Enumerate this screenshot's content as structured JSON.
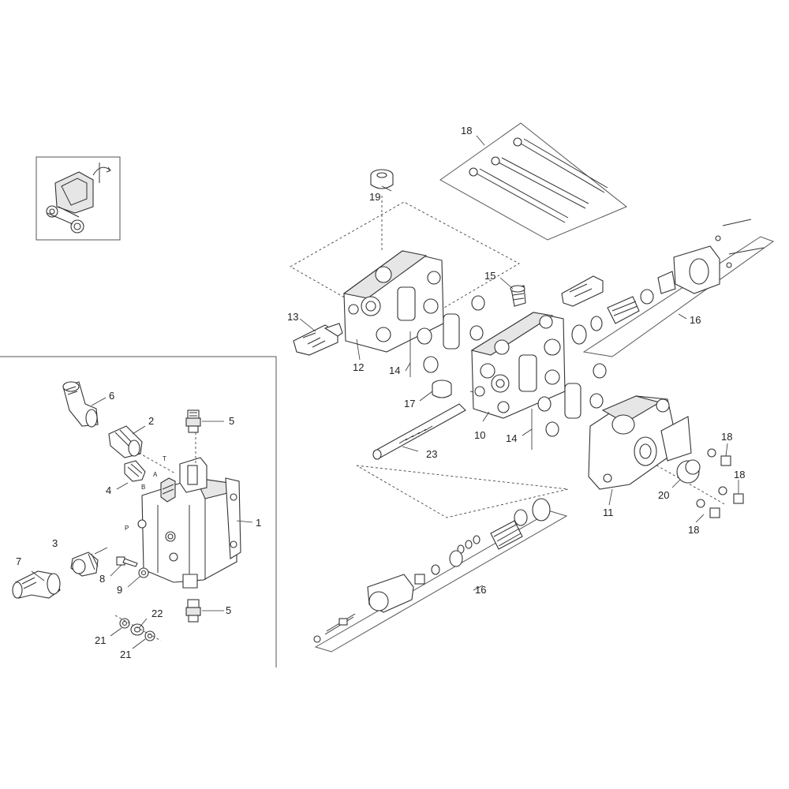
{
  "diagram": {
    "callouts": [
      "1",
      "2",
      "3",
      "4",
      "5",
      "5",
      "6",
      "7",
      "8",
      "9",
      "10",
      "11",
      "12",
      "13",
      "14",
      "14",
      "15",
      "16",
      "16",
      "17",
      "18",
      "18",
      "18",
      "18",
      "19",
      "20",
      "21",
      "21",
      "22",
      "23"
    ],
    "port_labels": [
      "T",
      "A",
      "B",
      "P"
    ],
    "colors": {
      "line": "#333333",
      "fill": "#ffffff",
      "shade": "#e6e6e6",
      "frame": "#555555"
    },
    "icons": [
      "tractor-thumbnail-icon",
      "rotation-arrow-icon"
    ]
  }
}
